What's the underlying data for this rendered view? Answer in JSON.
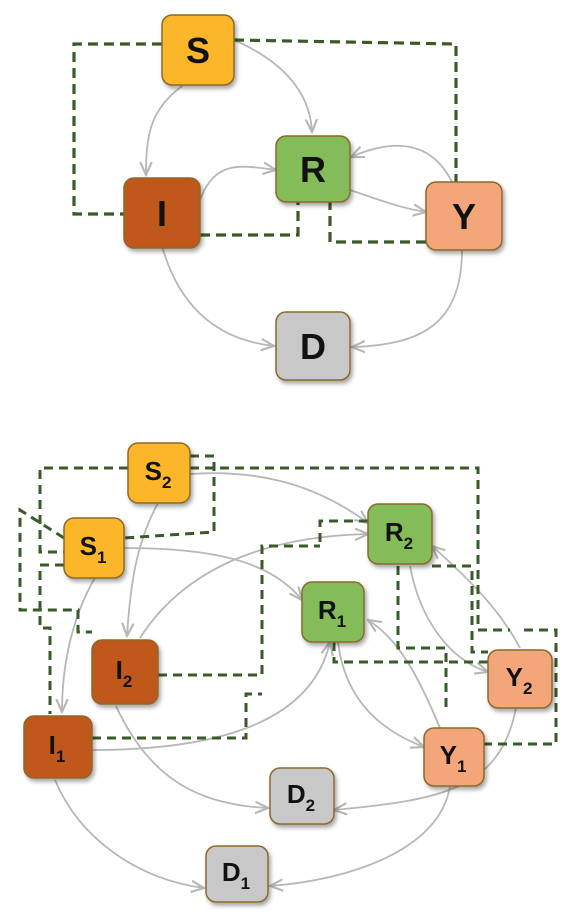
{
  "colors": {
    "S": "#FBB62B",
    "I": "#C0581C",
    "R": "#84BC5A",
    "Y": "#F2A67A",
    "D": "#C8C8C8",
    "node_border": "#8A6A2A",
    "solid_edge": "#B7B7B7",
    "dashed_edge": "#3A5A2A"
  },
  "diagram1": {
    "nodes": {
      "S": {
        "letter": "S"
      },
      "I": {
        "letter": "I"
      },
      "R": {
        "letter": "R"
      },
      "Y": {
        "letter": "Y"
      },
      "D": {
        "letter": "D"
      }
    }
  },
  "diagram2": {
    "nodes": {
      "S2": {
        "letter": "S",
        "sub": "2"
      },
      "S1": {
        "letter": "S",
        "sub": "1"
      },
      "R2": {
        "letter": "R",
        "sub": "2"
      },
      "R1": {
        "letter": "R",
        "sub": "1"
      },
      "I2": {
        "letter": "I",
        "sub": "2"
      },
      "I1": {
        "letter": "I",
        "sub": "1"
      },
      "Y2": {
        "letter": "Y",
        "sub": "2"
      },
      "Y1": {
        "letter": "Y",
        "sub": "1"
      },
      "D2": {
        "letter": "D",
        "sub": "2"
      },
      "D1": {
        "letter": "D",
        "sub": "1"
      }
    }
  }
}
